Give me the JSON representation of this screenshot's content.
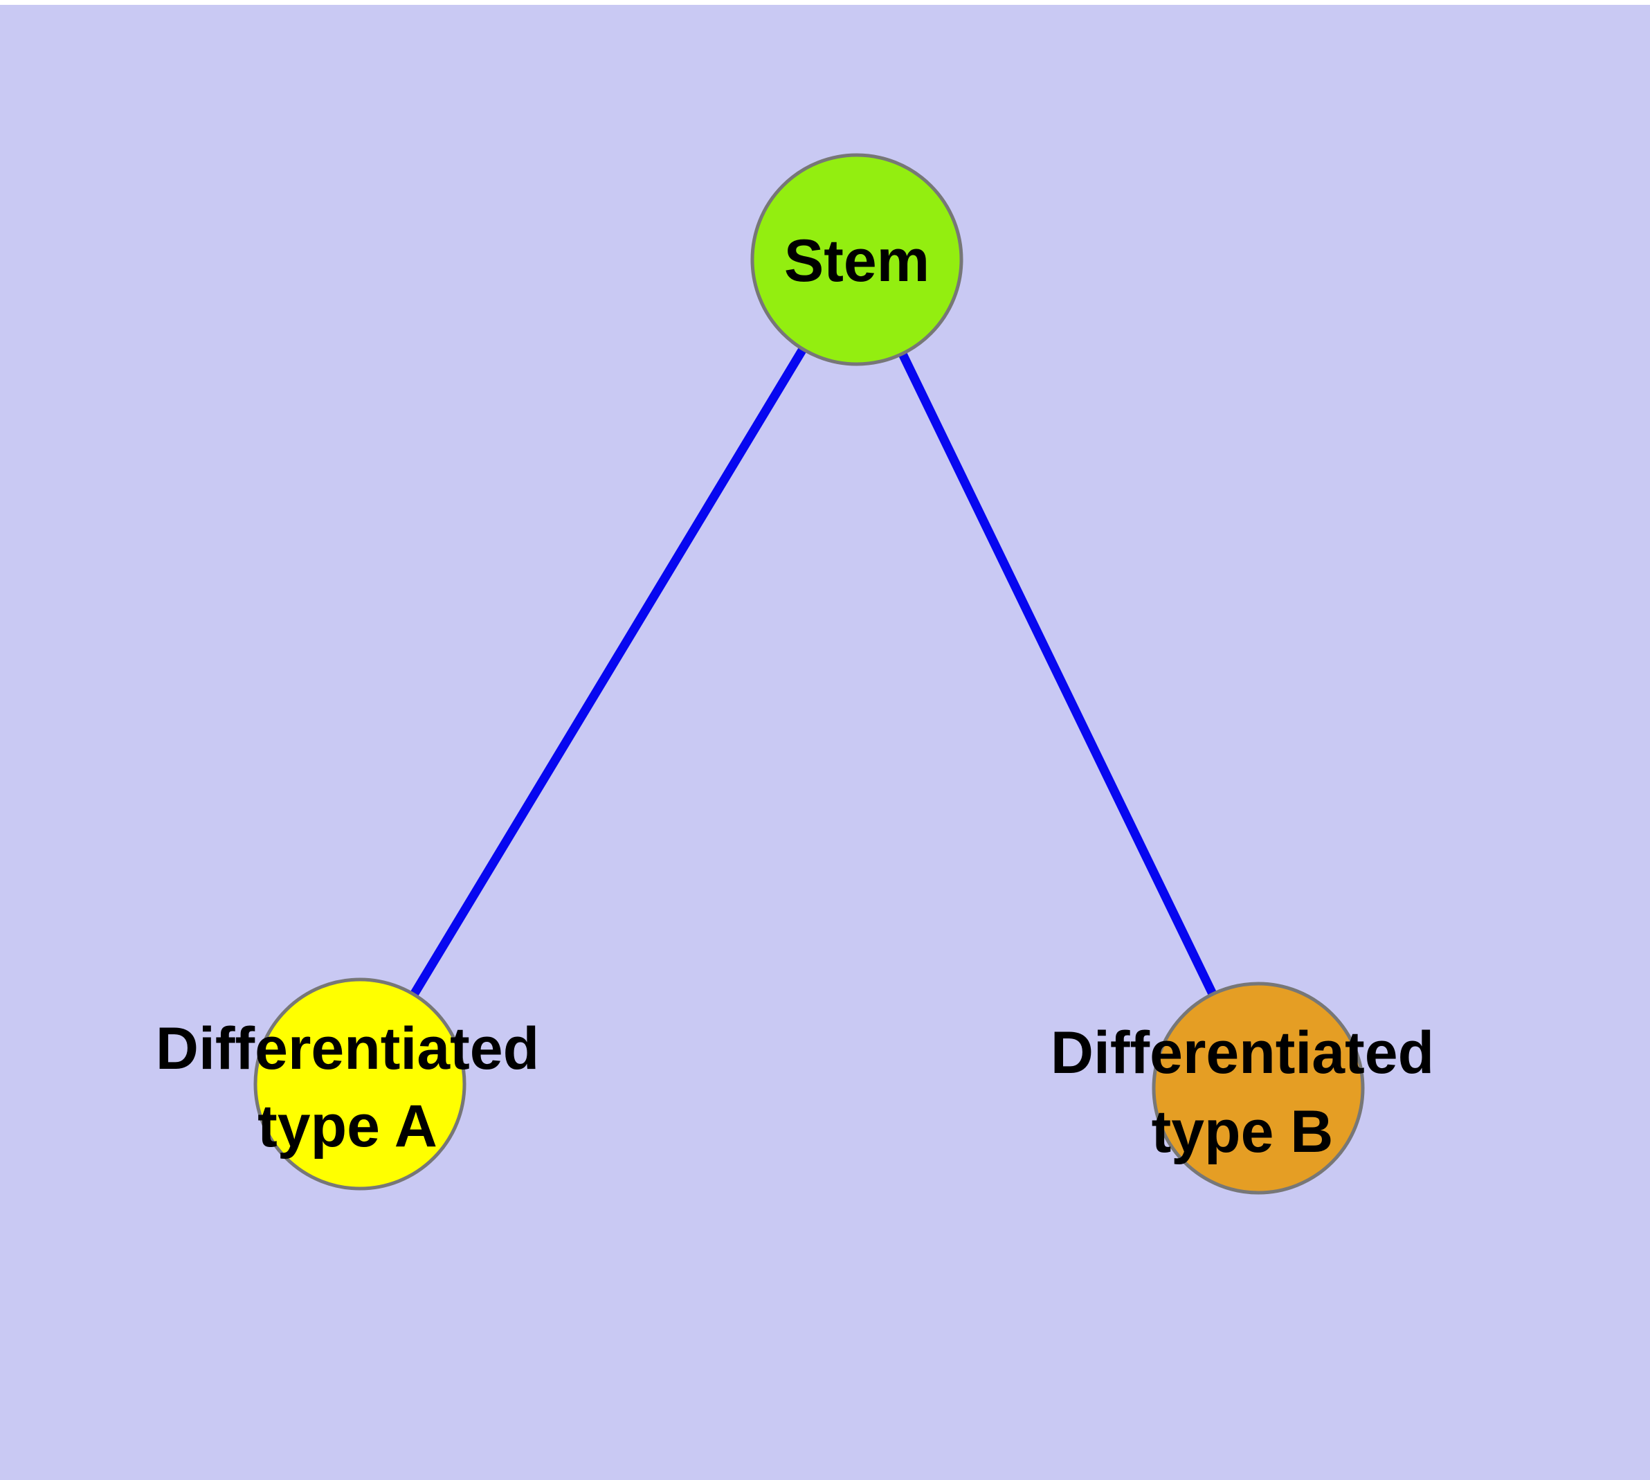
{
  "diagram": {
    "type": "node-link-graph",
    "description": "Stem cell differentiation diagram",
    "colors": {
      "background": "#C9C9F3",
      "top_strip": "#FFFFFF",
      "edge": "#0707F0",
      "node_border": "#777777",
      "text": "#000000"
    },
    "nodes": [
      {
        "id": "stem",
        "label": "Stem",
        "fill": "#93EE10"
      },
      {
        "id": "differentiated-type-a",
        "label_line1": "Differentiated",
        "label_line2": "type A",
        "fill": "#FFFF00"
      },
      {
        "id": "differentiated-type-b",
        "label_line1": "Differentiated",
        "label_line2": "type B",
        "fill": "#E59E24"
      }
    ],
    "edges": [
      {
        "from": "Stem",
        "to": "Differentiated type A"
      },
      {
        "from": "Stem",
        "to": "Differentiated type B"
      }
    ]
  }
}
